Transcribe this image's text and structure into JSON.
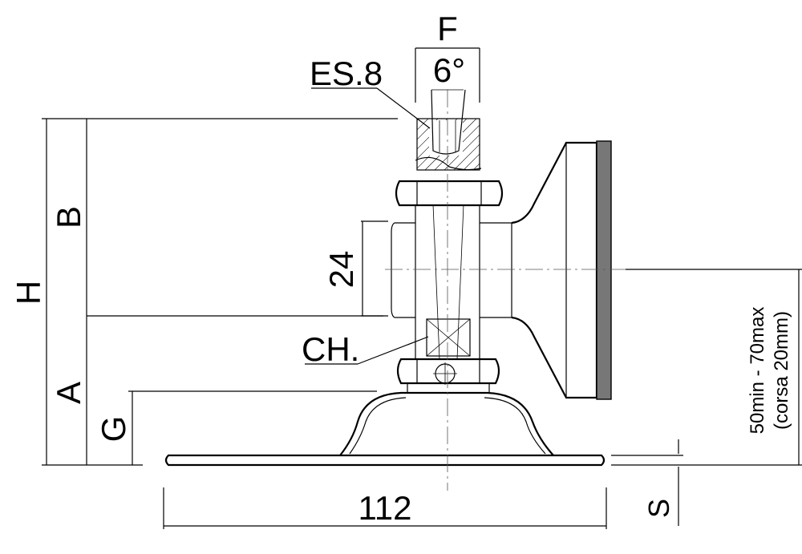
{
  "labels": {
    "F": "F",
    "angle": "6°",
    "thread": "ES.8",
    "B": "B",
    "H": "H",
    "A": "A",
    "G": "G",
    "dim_24": "24",
    "wrench": "CH.",
    "width_112": "112",
    "S": "S",
    "stroke_line1": "50min - 70max",
    "stroke_line2": "(corsa 20mm)"
  },
  "colors": {
    "line": "#000000",
    "pad": "#777777"
  }
}
